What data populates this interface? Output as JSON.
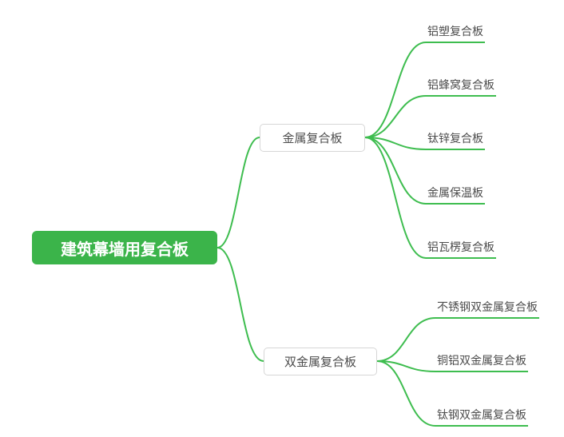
{
  "colors": {
    "line": "#3EBD4F",
    "root_bg": "#3BB44A",
    "root_text": "#ffffff",
    "node_border": "#d6d6d6",
    "node_text": "#4d4d4d",
    "leaf_text": "#4d4d4d"
  },
  "mindmap": {
    "root": {
      "label": "建筑幕墙用复合板"
    },
    "branches": [
      {
        "label": "金属复合板",
        "children": [
          {
            "label": "铝塑复合板"
          },
          {
            "label": "铝蜂窝复合板"
          },
          {
            "label": "钛锌复合板"
          },
          {
            "label": "金属保温板"
          },
          {
            "label": "铝瓦楞复合板"
          }
        ]
      },
      {
        "label": "双金属复合板",
        "children": [
          {
            "label": "不锈钢双金属复合板"
          },
          {
            "label": "铜铝双金属复合板"
          },
          {
            "label": "钛钢双金属复合板"
          }
        ]
      }
    ]
  }
}
